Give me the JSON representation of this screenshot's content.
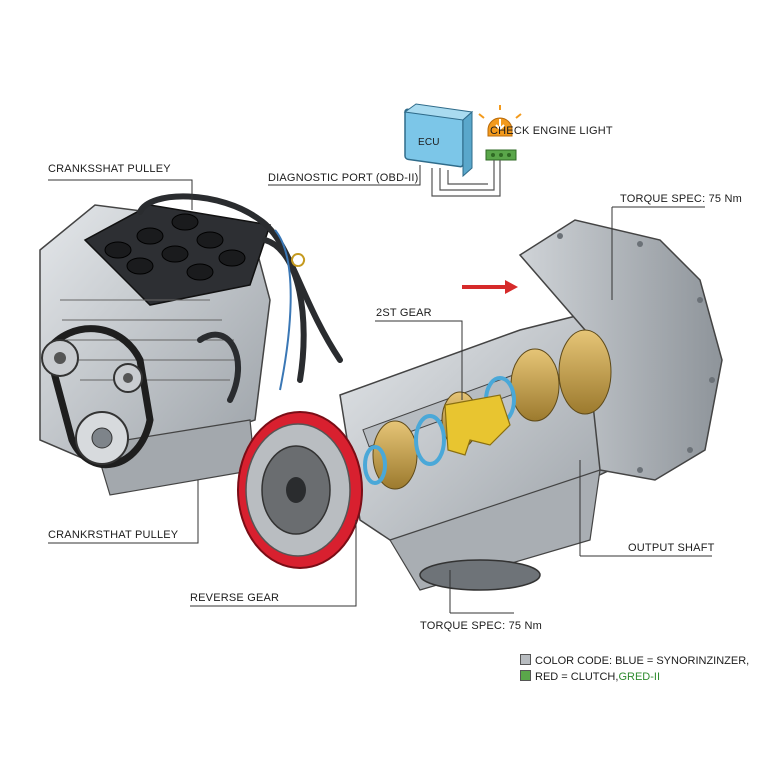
{
  "labels": {
    "ecu": "ECU",
    "check_engine": "CHECK ENGINE LIGHT",
    "diagnostic_port": "DIAGNOSTIC PORT (OBD-II)",
    "crankshaft_pulley_top": "CRANKSSHAT PULLEY",
    "torque_spec_top": "TORQUE SPEC: 75 Nm",
    "gear_2st": "2ST GEAR",
    "crankshaft_pulley_bottom": "CRANKRSTHAT PULLEY",
    "output_shaft": "OUTPUT SHAFT",
    "reverse_gear": "REVERSE GEAR",
    "torque_spec_bottom": "TORQUE SPEC: 75 Nm"
  },
  "legend": {
    "line1": "COLOR CODE: BLUE = SYNORINZINZER,",
    "line2_prefix": "RED = CLUTCH,",
    "line2_suffix": "GRED-II"
  },
  "colors": {
    "ecu_blue": "#7cc6e8",
    "warning_orange": "#f39a1c",
    "connector_green": "#5aa64a",
    "clutch_red": "#d8202f",
    "synchronizer_blue": "#4aa8d8",
    "gear_gold": "#c8a24a",
    "arrow_red": "#d62a2a",
    "legend_green": "#2e8b2e"
  }
}
